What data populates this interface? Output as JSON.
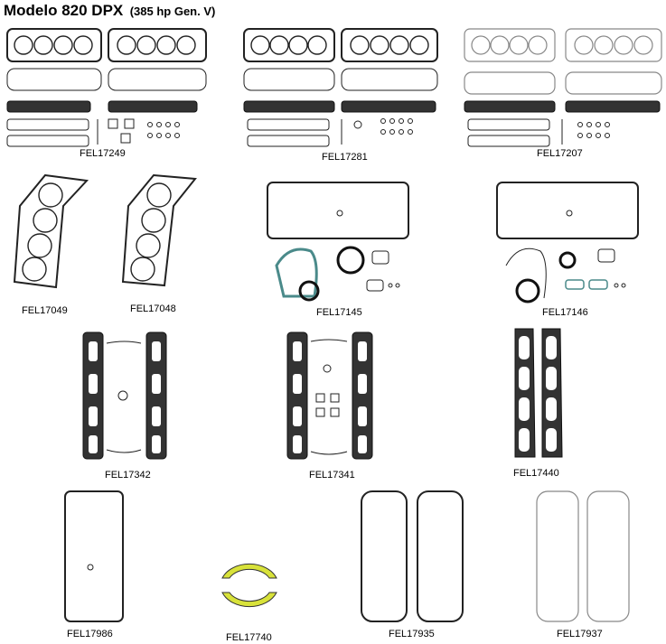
{
  "header": {
    "title": "Modelo 820 DPX",
    "subtitle": "(385 hp Gen. V)"
  },
  "parts": [
    {
      "code": "FEL17249",
      "kind": "full-set"
    },
    {
      "code": "FEL17281",
      "kind": "full-set"
    },
    {
      "code": "FEL17207",
      "kind": "full-set-light"
    },
    {
      "code": "FEL17049",
      "kind": "head-gasket"
    },
    {
      "code": "FEL17048",
      "kind": "head-gasket"
    },
    {
      "code": "FEL17145",
      "kind": "conversion-set"
    },
    {
      "code": "FEL17146",
      "kind": "conversion-set-light"
    },
    {
      "code": "FEL17342",
      "kind": "intake-set"
    },
    {
      "code": "FEL17341",
      "kind": "intake-set"
    },
    {
      "code": "FEL17440",
      "kind": "exhaust-gaskets"
    },
    {
      "code": "FEL17986",
      "kind": "oil-pan"
    },
    {
      "code": "FEL17740",
      "kind": "rear-main-seal"
    },
    {
      "code": "FEL17935",
      "kind": "valve-cover"
    },
    {
      "code": "FEL17937",
      "kind": "valve-cover-light"
    }
  ],
  "colors": {
    "gasket": "#222222",
    "gasket_light": "#888888",
    "seal": "#d8e23a",
    "timing_cover": "#4a8a8a"
  }
}
